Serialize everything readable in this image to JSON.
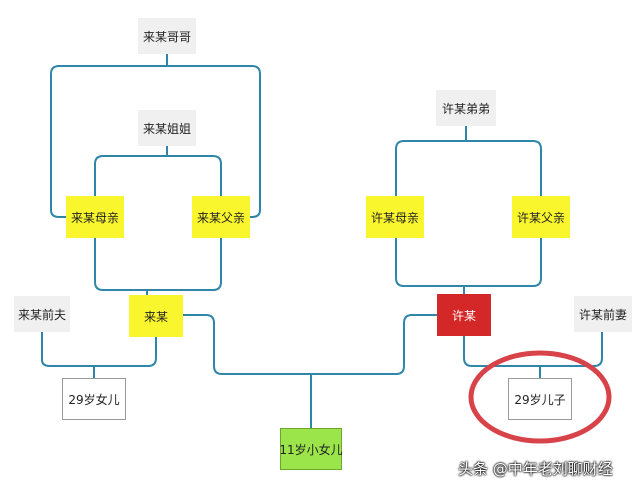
{
  "colors": {
    "connector": "#2f86a8",
    "highlight_circle": "#d8434a",
    "yellow_node": "#f9f62e",
    "red_node": "#d42727",
    "green_node": "#9be54a",
    "gray_node": "#f0f0f0"
  },
  "nodes": {
    "lai_brother": "来某哥哥",
    "lai_sister": "来某姐姐",
    "lai_mother": "来某母亲",
    "lai_father": "来某父亲",
    "lai_ex_husband": "来某前夫",
    "lai": "来某",
    "lai_daughter": "29岁女儿",
    "xu_brother": "许某弟弟",
    "xu_mother": "许某母亲",
    "xu_father": "许某父亲",
    "xu": "许某",
    "xu_ex_wife": "许某前妻",
    "xu_son": "29岁儿子",
    "young_daughter": "11岁小女儿"
  },
  "watermark": "头条 @中年老刘聊财经"
}
